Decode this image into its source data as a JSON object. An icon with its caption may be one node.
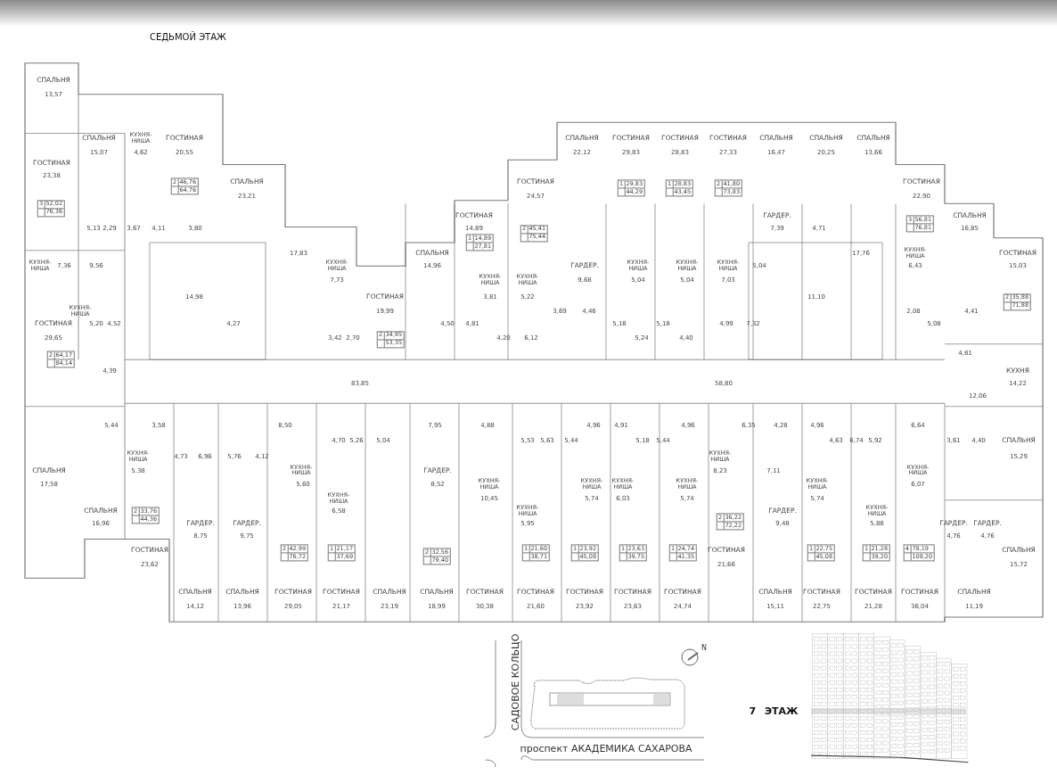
{
  "diagram": {
    "title": "СЕДЬМОЙ ЭТАЖ",
    "nodes": [
      {
        "text": [
          "3",
          "52,02",
          "76,36"
        ]
      },
      {
        "text": [
          "2",
          "46,76",
          "64,76"
        ]
      },
      {
        "text": [
          "2",
          "64,17",
          "84,14"
        ]
      },
      {
        "text": [
          "2",
          "34,95",
          "53,35"
        ]
      },
      {
        "text": [
          "1",
          "14,89",
          "27,81"
        ]
      },
      {
        "text": [
          "2",
          "45,41",
          "75,44"
        ]
      },
      {
        "text": [
          "1",
          "29,83",
          "44,29"
        ]
      },
      {
        "text": [
          "1",
          "28,83",
          "43,45"
        ]
      },
      {
        "text": [
          "2",
          "41,80",
          "73,83"
        ]
      },
      {
        "text": [
          "3",
          "56,81",
          "76,81"
        ]
      },
      {
        "text": [
          "2",
          "35,88",
          "71,88"
        ]
      },
      {
        "text": [
          "2",
          "33,76",
          "44,36"
        ]
      },
      {
        "text": [
          "2",
          "42,99",
          "76,72"
        ]
      },
      {
        "text": [
          "1",
          "21,17",
          "37,69"
        ]
      },
      {
        "text": [
          "2",
          "32,56",
          "79,40"
        ]
      },
      {
        "text": [
          "1",
          "21,60",
          "38,71"
        ]
      },
      {
        "text": [
          "1",
          "23,92",
          "45,08"
        ]
      },
      {
        "text": [
          "1",
          "23,63",
          "39,75"
        ]
      },
      {
        "text": [
          "1",
          "24,74",
          "41,35"
        ]
      },
      {
        "text": [
          "2",
          "36,22",
          "72,22"
        ]
      },
      {
        "text": [
          "1",
          "22,75",
          "45,08"
        ]
      },
      {
        "text": [
          "1",
          "21,28",
          "39,20"
        ]
      },
      {
        "text": [
          "4",
          "78,19",
          "108,20"
        ]
      }
    ],
    "labels": [
      "СПАЛЬНЯ",
      "13,57",
      "СПАЛЬНЯ",
      "КУХНЯ-НИША",
      "ГОСТИНАЯ",
      "СПАЛЬНЯ",
      "ГОСТИНАЯ",
      "ГОСТИНАЯ",
      "ГОСТИНАЯ",
      "СПАЛЬНЯ",
      "СПАЛЬНЯ",
      "СПАЛЬНЯ",
      "15,07",
      "4,62",
      "20,55",
      "22,12",
      "29,83",
      "28,83",
      "27,33",
      "16,47",
      "20,25",
      "13,66",
      "ГОСТИНАЯ",
      "23,38",
      "СПАЛЬНЯ",
      "ГОСТИНАЯ",
      "ГОСТИНАЯ",
      "23,21",
      "24,57",
      "22,90",
      "ГОСТИНАЯ",
      "ГАРДЕР.",
      "СПАЛЬНЯ",
      "5,13",
      "2,29",
      "3,67",
      "4,11",
      "3,80",
      "14,89",
      "7,39",
      "4,71",
      "16,85",
      "17,83",
      "СПАЛЬНЯ",
      "17,76",
      "КУХНЯ-НИША",
      "ГОСТИНАЯ",
      "КУХНЯ-НИША",
      "7,36",
      "9,56",
      "КУХНЯ-НИША",
      "14,96",
      "ГАРДЕР.",
      "КУХНЯ-НИША",
      "КУХНЯ-НИША",
      "КУХНЯ-НИША",
      "5,04",
      "6,43",
      "15,03",
      "7,73",
      "КУХНЯ-НИША",
      "КУХНЯ-НИША",
      "9,68",
      "5,04",
      "5,04",
      "7,03",
      "14,98",
      "ГОСТИНАЯ",
      "3,81",
      "5,22",
      "11,10",
      "КУХНЯ-НИША",
      "19,99",
      "3,69",
      "4,46",
      "2,08",
      "4,41",
      "ГОСТИНАЯ",
      "5,20",
      "4,52",
      "4,27",
      "4,50",
      "4,81",
      "5,18",
      "5,18",
      "4,99",
      "7,32",
      "5,08",
      "29,65",
      "3,42",
      "2,70",
      "4,20",
      "6,12",
      "5,24",
      "4,40",
      "4,81",
      "4,39",
      "КУХНЯ",
      "83,85",
      "58,80",
      "14,22",
      "12,06",
      "5,44",
      "3,58",
      "8,50",
      "7,95",
      "4,88",
      "4,96",
      "4,91",
      "4,96",
      "6,35",
      "4,28",
      "4,96",
      "6,64",
      "4,70",
      "5,26",
      "5,04",
      "5,53",
      "5,63",
      "5,44",
      "5,18",
      "5,44",
      "4,63",
      "6,74",
      "5,92",
      "3,61",
      "4,40",
      "СПАЛЬНЯ",
      "КУХНЯ-НИША",
      "4,73",
      "6,96",
      "5,76",
      "4,12",
      "КУХНЯ-НИША",
      "15,29",
      "СПАЛЬНЯ",
      "5,38",
      "КУХНЯ-НИША",
      "ГАРДЕР.",
      "8,23",
      "7,11",
      "КУХНЯ-НИША",
      "17,58",
      "5,60",
      "8,52",
      "КУХНЯ-НИША",
      "КУХНЯ-НИША",
      "КУХНЯ-НИША",
      "КУХНЯ-НИША",
      "КУХНЯ-НИША",
      "6,07",
      "КУХНЯ-НИША",
      "10,45",
      "5,74",
      "6,03",
      "5,74",
      "5,74",
      "СПАЛЬНЯ",
      "6,58",
      "КУХНЯ-НИША",
      "ГАРДЕР.",
      "КУХНЯ-НИША",
      "16,96",
      "ГАРДЕР.",
      "ГАРДЕР.",
      "5,95",
      "9,48",
      "5,88",
      "ГАРДЕР.",
      "ГАРДЕР.",
      "8,75",
      "9,75",
      "4,76",
      "4,76",
      "ГОСТИНАЯ",
      "ГОСТИНАЯ",
      "СПАЛЬНЯ",
      "23,62",
      "21,66",
      "15,72",
      "СПАЛЬНЯ",
      "СПАЛЬНЯ",
      "ГОСТИНАЯ",
      "ГОСТИНАЯ",
      "СПАЛЬНЯ",
      "СПАЛЬНЯ",
      "ГОСТИНАЯ",
      "ГОСТИНАЯ",
      "ГОСТИНАЯ",
      "ГОСТИНАЯ",
      "ГОСТИНАЯ",
      "СПАЛЬНЯ",
      "ГОСТИНАЯ",
      "ГОСТИНАЯ",
      "ГОСТИНАЯ",
      "СПАЛЬНЯ",
      "14,12",
      "13,96",
      "29,05",
      "21,17",
      "23,19",
      "18,99",
      "30,38",
      "21,60",
      "23,92",
      "23,63",
      "24,74",
      "15,11",
      "22,75",
      "21,28",
      "36,04",
      "11,19",
      "САДОВОЕ КОЛЬЦО",
      "N",
      "7 ЭТАЖ",
      "проспект АКАДЕМИКА САХАРОВА"
    ]
  }
}
